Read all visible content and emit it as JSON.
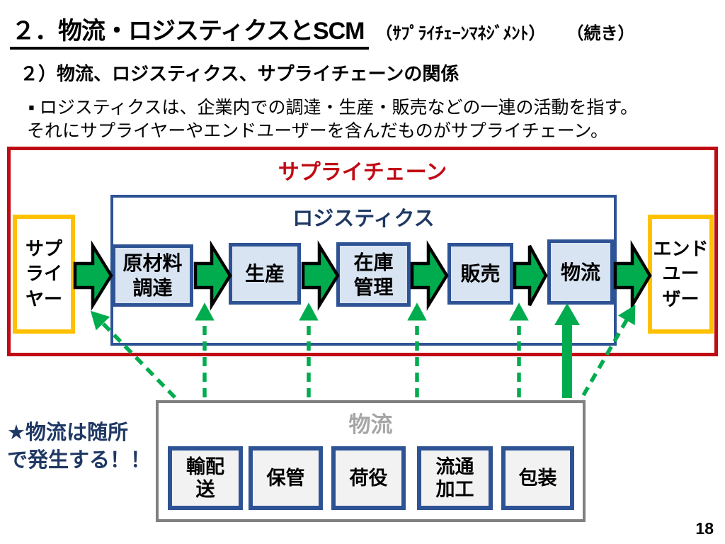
{
  "header": {
    "title": "２．物流・ロジスティクスとSCM",
    "title_note": "（ｻﾌﾟﾗｲﾁｪｰﾝﾏﾈｼﾞﾒﾝﾄ）",
    "continued": "（続き）",
    "section": "２）物流、ロジスティクス、サプライチェーンの関係",
    "bullet1": "▪ ロジスティクスは、企業内での調達・生産・販売などの一連の活動を指す。",
    "bullet2": "それにサプライヤーやエンドユーザーを含んだものがサプライチェーン。"
  },
  "diagram": {
    "supply_chain_label": "サプライチェーン",
    "logistics_label": "ロジスティクス",
    "supplier": "サプ\nライ\nヤー",
    "end_user": "エンド\nユー\nザー",
    "flow_steps": [
      "原材料\n調達",
      "生産",
      "在庫\n管理",
      "販売",
      "物流"
    ],
    "butsuryu": {
      "label": "物流",
      "items": [
        "輸配\n送",
        "保管",
        "荷役",
        "流通\n加工",
        "包装"
      ]
    },
    "note": "★物流は随所\nで発生する！！"
  },
  "footer": {
    "page_number": "18"
  },
  "colors": {
    "red": "#C00B15",
    "navy": "#1F3864",
    "blue_border": "#2E5395",
    "yellow": "#FFC000",
    "green": "#00AC4E",
    "gray_border": "#808080",
    "gray_text": "#A6A6A6",
    "step_fill": "#D9E4F2",
    "item_fill": "#F2F2F2"
  }
}
